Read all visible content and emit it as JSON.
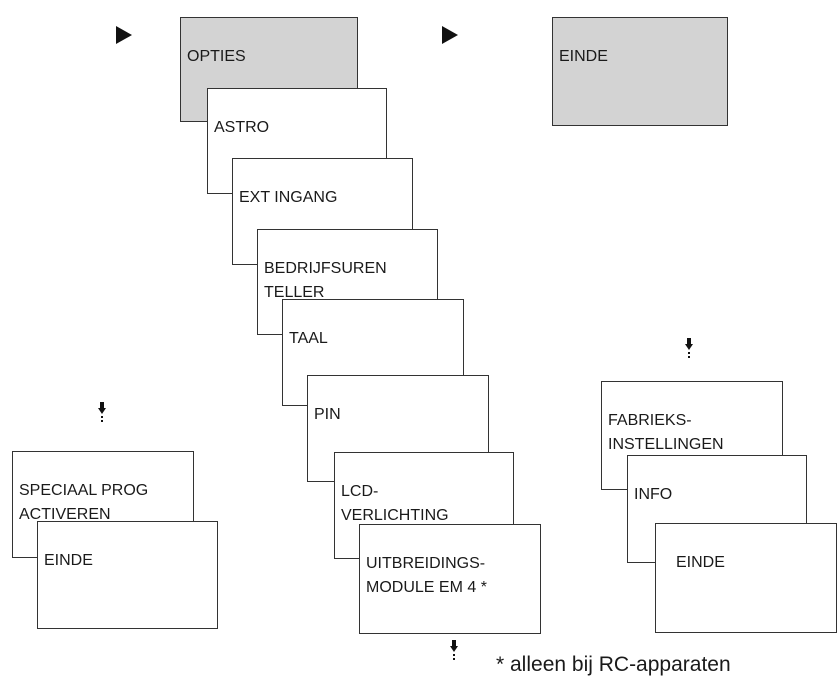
{
  "menu": {
    "opties": "OPTIES",
    "einde_top": "EINDE",
    "astro": "ASTRO",
    "ext_ingang": "EXT INGANG",
    "bedrijfsuren": "BEDRIJFSUREN\nTELLER",
    "taal": "TAAL",
    "pin": "PIN",
    "lcd": "LCD-\nVERLICHTING",
    "uitbreiding": "UITBREIDINGS-\nMODULE EM 4 *",
    "speciaal": "SPECIAAL PROG\nACTIVEREN",
    "einde_left": "EINDE",
    "fabrieks": "FABRIEKS-\nINSTELLINGEN",
    "info": "INFO",
    "einde_right": "EINDE"
  },
  "footnote": "* alleen bij RC-apparaten",
  "colors": {
    "gray_fill": "#d3d3d3",
    "border": "#333333"
  },
  "icons": [
    "play-arrow-icon",
    "down-arrow-dots-icon"
  ]
}
